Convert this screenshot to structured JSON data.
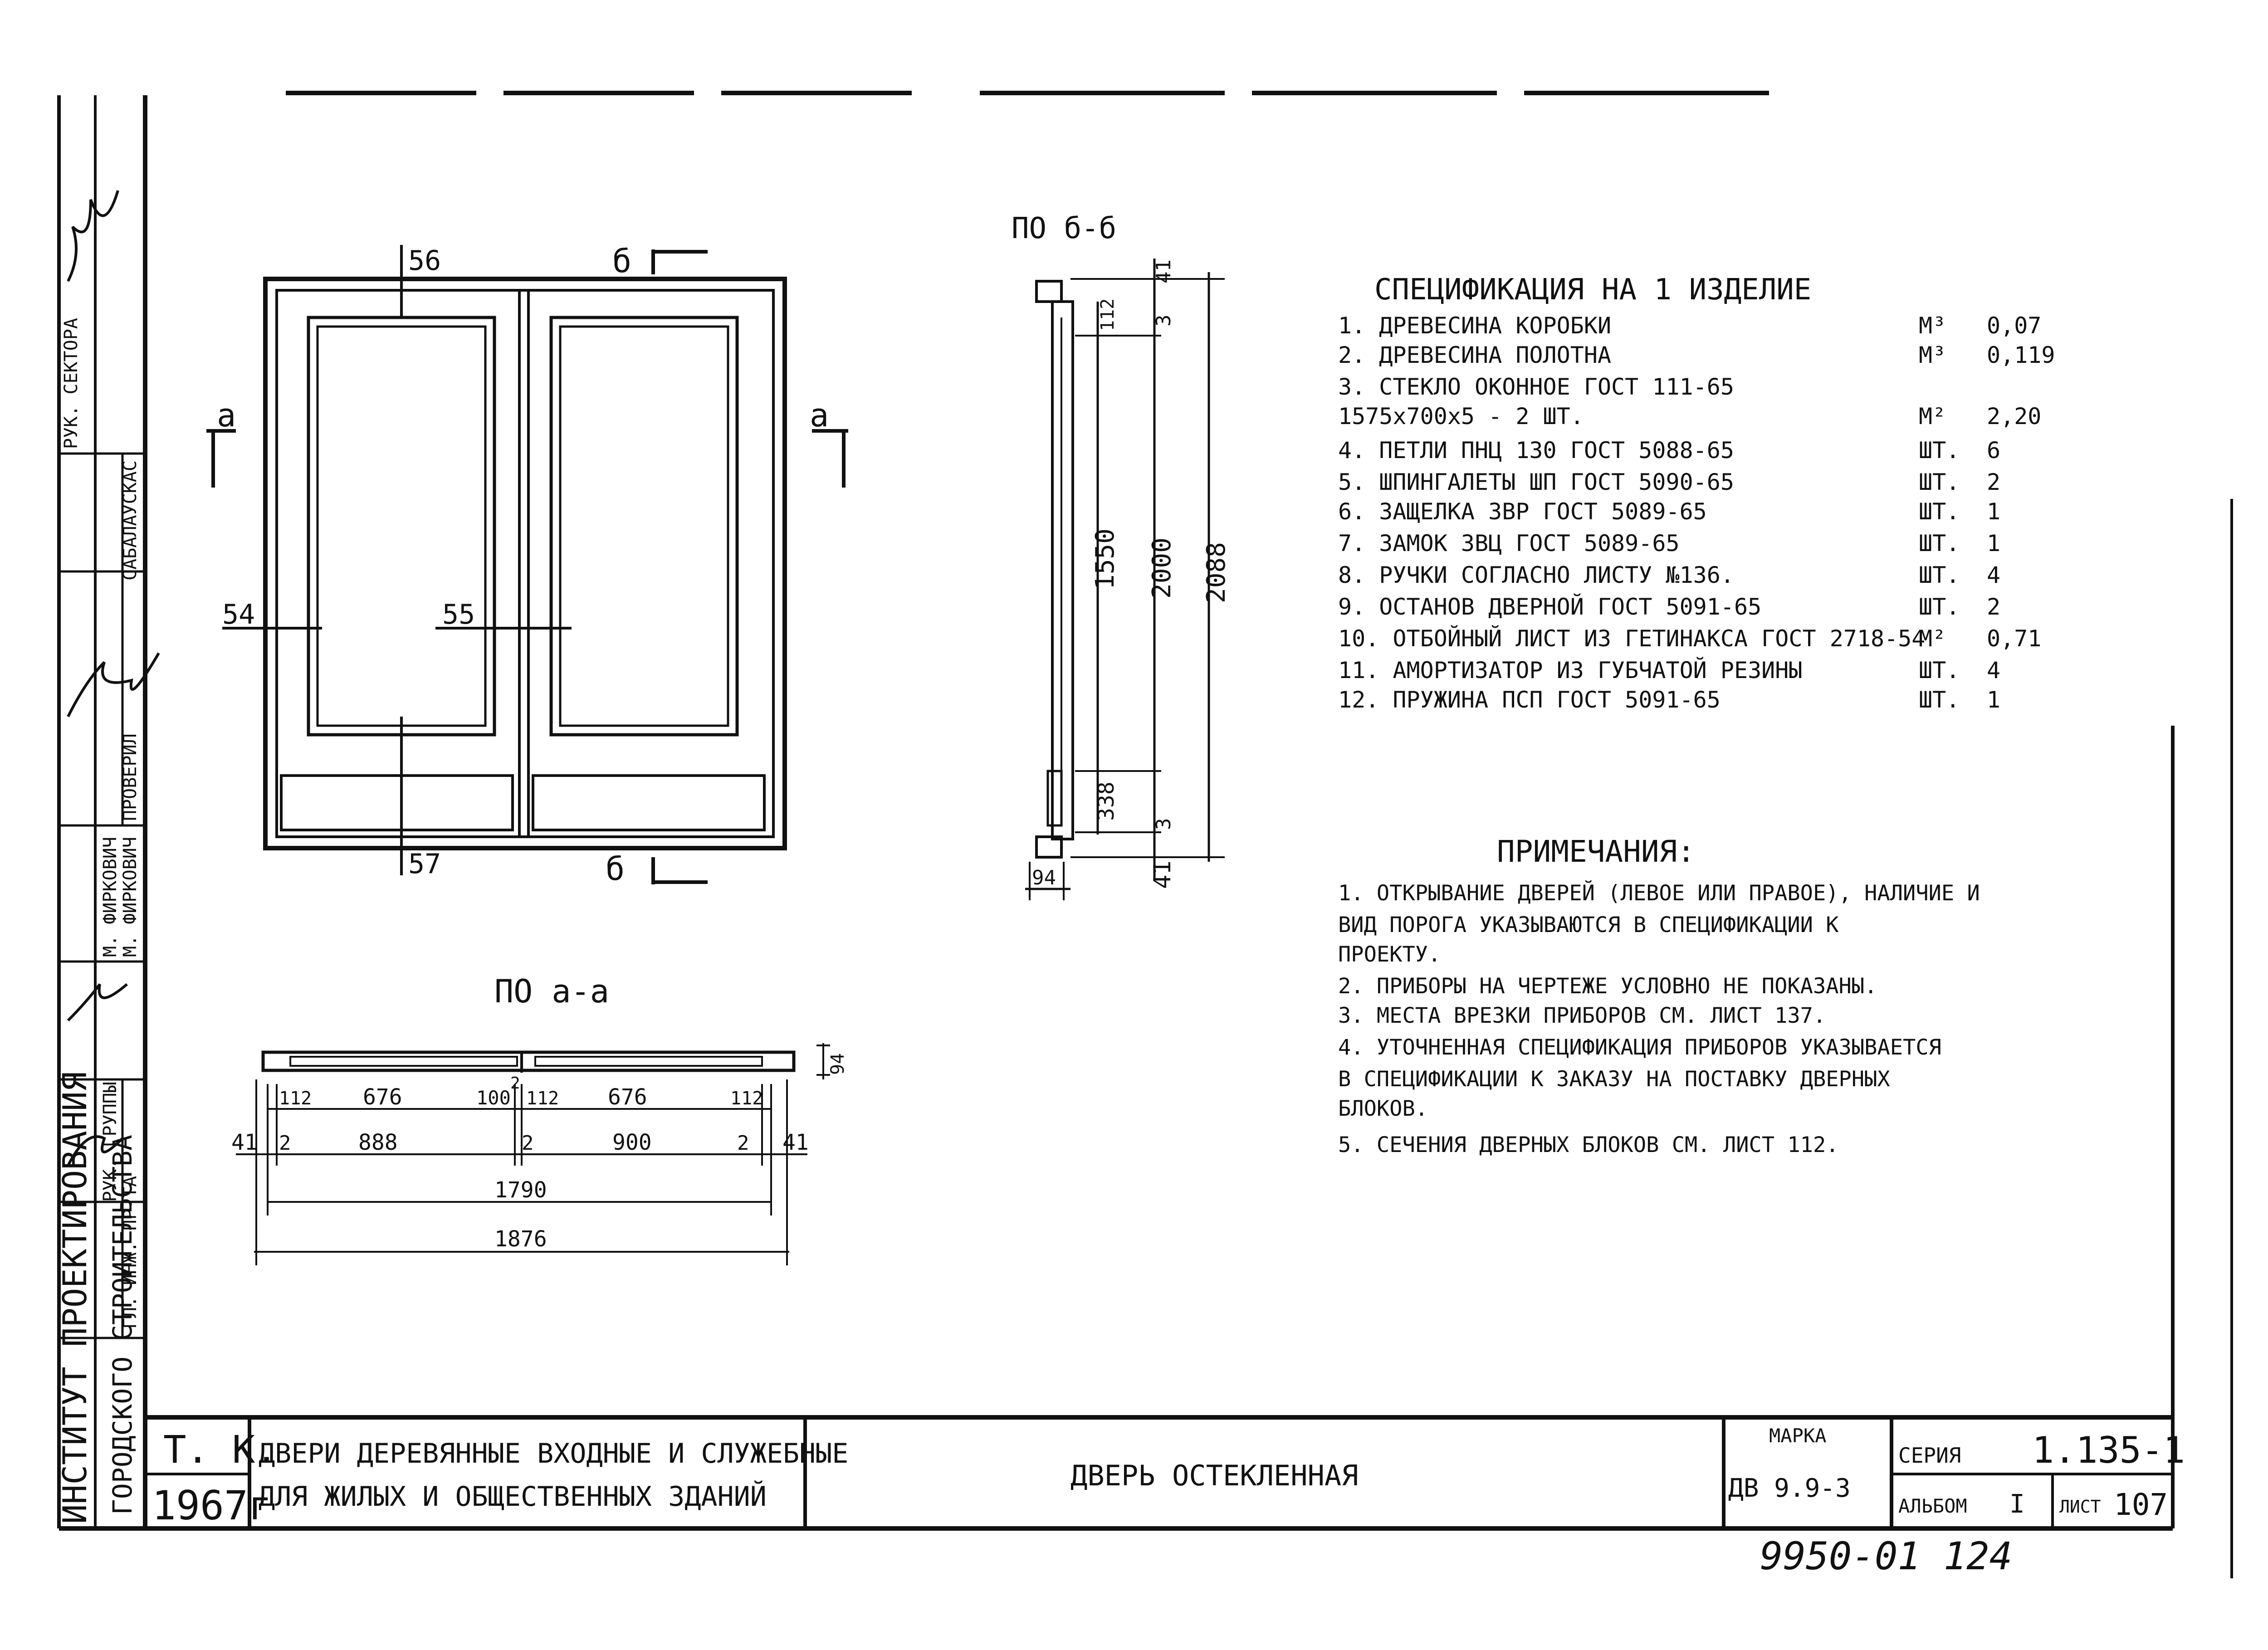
{
  "stamp": {
    "tk": "Т. К.",
    "year": "1967г",
    "title_line1": "ДВЕРИ ДЕРЕВЯННЫЕ ВХОДНЫЕ И СЛУЖЕБНЫЕ",
    "title_line2": "ДЛЯ ЖИЛЫХ И ОБЩЕСТВЕННЫХ ЗДАНИЙ",
    "drawing_name": "ДВЕРЬ ОСТЕКЛЕННАЯ",
    "marka_label": "МАРКА",
    "marka_value": "ДВ 9.9-3",
    "seria_label": "СЕРИЯ",
    "seria_value": "1.135-1",
    "album_label": "АЛЬБОМ",
    "album_value": "I",
    "sheet_label": "ЛИСТ",
    "sheet_value": "107",
    "inventory": "9950-01  124"
  },
  "side_stamp": {
    "institute": "ИНСТИТУТ ПРОЕКТИРОВАНИЯ",
    "institute2": "ГОРОДСКОГО СТРОИТЕЛЬСТВА",
    "roles": [
      "ГЛ. ИНЖ. ПР-ТА",
      "РУК. ГРУППЫ",
      "М. ФИРКОВИЧ",
      "М. ФИРКОВИЧ",
      "ПРОВЕРИЛ",
      "САБАЛАУСКАС",
      "РУК. СЕКТОРА"
    ]
  },
  "views": {
    "section_aa_title": "ПО а-а",
    "section_bb_title": "ПО б-б",
    "cut_a": "а",
    "cut_b": "б"
  },
  "elevation_labels": [
    "56",
    "54",
    "55",
    "57"
  ],
  "dims_aa": {
    "row1": [
      "112",
      "676",
      "100",
      "2",
      "112",
      "676",
      "112"
    ],
    "row2": [
      "41",
      "2",
      "888",
      "2",
      "900",
      "2",
      "41"
    ],
    "total_inner": "1790",
    "total_outer": "1876",
    "thickness": "94"
  },
  "dims_bb": [
    "41",
    "112",
    "3",
    "1550",
    "2000",
    "2088",
    "338",
    "3",
    "41",
    "94"
  ],
  "spec": {
    "title": "СПЕЦИФИКАЦИЯ НА 1 ИЗДЕЛИЕ",
    "items": [
      {
        "text": "1.  ДРЕВЕСИНА КОРОБКИ",
        "unit": "М³",
        "qty": "0,07"
      },
      {
        "text": "2.  ДРЕВЕСИНА ПОЛОТНА",
        "unit": "М³",
        "qty": "0,119"
      },
      {
        "text": "3.  СТЕКЛО ОКОННОЕ ГОСТ 111-65",
        "unit": "",
        "qty": ""
      },
      {
        "text": "     1575х700х5 - 2 ШТ.",
        "unit": "М²",
        "qty": "2,20"
      },
      {
        "text": "4.  ПЕТЛИ ПНЦ 130 ГОСТ 5088-65",
        "unit": "ШТ.",
        "qty": "6"
      },
      {
        "text": "5.  ШПИНГАЛЕТЫ ШП ГОСТ 5090-65",
        "unit": "ШТ.",
        "qty": "2"
      },
      {
        "text": "6.  ЗАЩЕЛКА ЗВР ГОСТ 5089-65",
        "unit": "ШТ.",
        "qty": "1"
      },
      {
        "text": "7.  ЗАМОК ЗВЦ ГОСТ 5089-65",
        "unit": "ШТ.",
        "qty": "1"
      },
      {
        "text": "8.  РУЧКИ СОГЛАСНО ЛИСТУ №136.",
        "unit": "ШТ.",
        "qty": "4"
      },
      {
        "text": "9.  ОСТАНОВ ДВЕРНОЙ ГОСТ 5091-65",
        "unit": "ШТ.",
        "qty": "2"
      },
      {
        "text": "10. ОТБОЙНЫЙ ЛИСТ ИЗ ГЕТИНАКСА ГОСТ 2718-54",
        "unit": "М²",
        "qty": "0,71"
      },
      {
        "text": "11. АМОРТИЗАТОР ИЗ ГУБЧАТОЙ РЕЗИНЫ",
        "unit": "ШТ.",
        "qty": "4"
      },
      {
        "text": "12. ПРУЖИНА ПСП ГОСТ 5091-65",
        "unit": "ШТ.",
        "qty": "1"
      }
    ]
  },
  "notes": {
    "title": "ПРИМЕЧАНИЯ:",
    "lines": [
      "1.  ОТКРЫВАНИЕ ДВЕРЕЙ (ЛЕВОЕ ИЛИ ПРАВОЕ), НАЛИЧИЕ И",
      "     ВИД ПОРОГА УКАЗЫВАЮТСЯ В СПЕЦИФИКАЦИИ К",
      "     ПРОЕКТУ.",
      "2.  ПРИБОРЫ НА ЧЕРТЕЖЕ УСЛОВНО НЕ ПОКАЗАНЫ.",
      "3.  МЕСТА ВРЕЗКИ ПРИБОРОВ СМ. ЛИСТ 137.",
      "4.  УТОЧНЕННАЯ СПЕЦИФИКАЦИЯ ПРИБОРОВ УКАЗЫВАЕТСЯ",
      "     В СПЕЦИФИКАЦИИ К ЗАКАЗУ НА ПОСТАВКУ ДВЕРНЫХ",
      "     БЛОКОВ.",
      "5.  СЕЧЕНИЯ ДВЕРНЫХ БЛОКОВ СМ. ЛИСТ 112."
    ]
  }
}
